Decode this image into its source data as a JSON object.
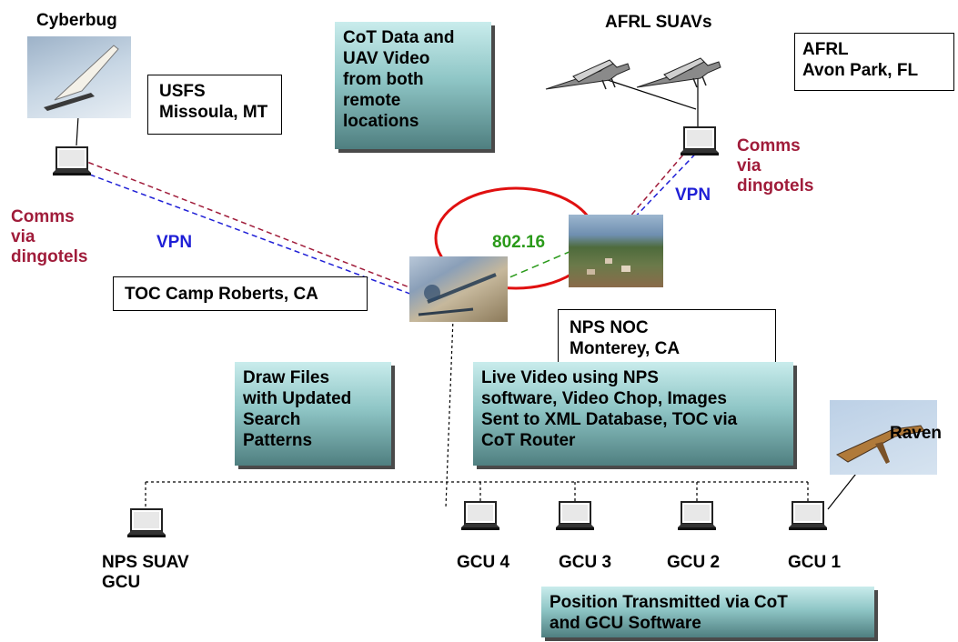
{
  "labels": {
    "cyberbug": "Cyberbug",
    "afrl_suavs": "AFRL SUAVs",
    "comms_left": "Comms\nvia\ndingotels",
    "comms_right": "Comms\nvia\ndingotels",
    "vpn_left": "VPN",
    "vpn_right": "VPN",
    "link_802": "802.16",
    "raven": "Raven",
    "nps_suav_gcu": "NPS SUAV\nGCU",
    "gcu4": "GCU 4",
    "gcu3": "GCU 3",
    "gcu2": "GCU 2",
    "gcu1": "GCU 1"
  },
  "boxes": {
    "usfs": "USFS\nMissoula, MT",
    "afrl": "AFRL\nAvon Park, FL",
    "toc": "TOC Camp Roberts, CA",
    "nps_noc": "NPS NOC\nMonterey, CA"
  },
  "callouts": {
    "cot_data": "CoT Data and\nUAV Video\nfrom both\nremote\nlocations",
    "draw_files": "Draw Files\nwith Updated\nSearch\nPatterns",
    "live_video": "Live Video using NPS\nsoftware, Video Chop, Images\nSent to XML Database, TOC via\nCoT Router",
    "position": "Position Transmitted via CoT\nand GCU Software"
  },
  "colors": {
    "comms": "#a01c3a",
    "vpn": "#1f1fd6",
    "wireless": "#2a9a1a",
    "ellipse": "#e01010"
  }
}
